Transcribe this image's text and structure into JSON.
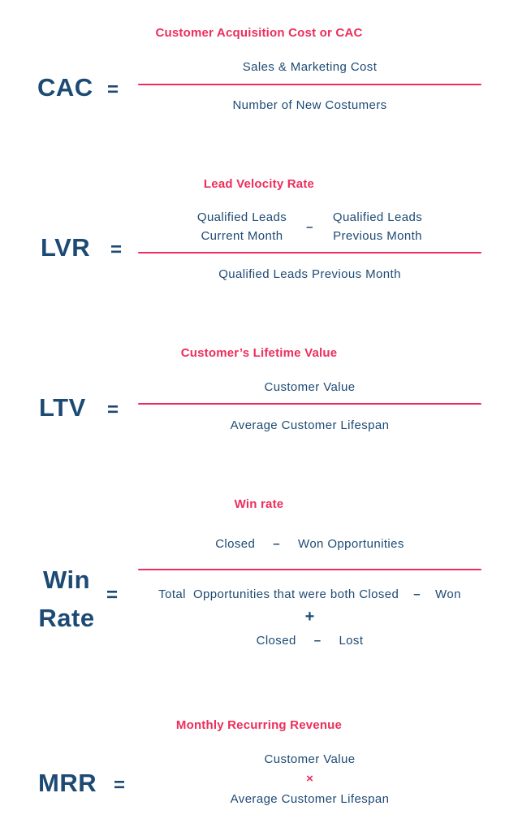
{
  "page": {
    "background": "#ffffff",
    "accent_pink": "#ed2e5b",
    "navy": "#1d4a74"
  },
  "formulas": [
    {
      "id": "cac",
      "label": "CAC",
      "equals": "=",
      "title": "Customer Acquisition Cost or CAC",
      "numerator": "Sales & Marketing Cost",
      "denominator": "Number of New Costumers"
    },
    {
      "id": "lvr",
      "label": "LVR",
      "equals": "=",
      "title": "Lead Velocity Rate",
      "numerator_left_line1": "Qualified Leads",
      "numerator_left_line2": "Current Month",
      "numerator_operator": "–",
      "numerator_right_line1": "Qualified Leads",
      "numerator_right_line2": "Previous Month",
      "denominator": "Qualified Leads Previous Month"
    },
    {
      "id": "ltv",
      "label": "LTV",
      "equals": "=",
      "title": "Customer’s Lifetime Value",
      "numerator": "Customer Value",
      "denominator": "Average Customer Lifespan"
    },
    {
      "id": "win-rate",
      "label_line1": "Win",
      "label_line2": "Rate",
      "equals": "=",
      "title": "Win rate",
      "numerator_left": "Closed",
      "numerator_operator": "–",
      "numerator_right": "Won Opportunities",
      "denominator_line1_left": "Total  Opportunities that were both Closed",
      "denominator_line1_operator": "–",
      "denominator_line1_right": "Won",
      "denominator_plus": "+",
      "denominator_line2_left": "Closed",
      "denominator_line2_operator": "–",
      "denominator_line2_right": "Lost"
    },
    {
      "id": "mrr",
      "label": "MRR",
      "equals": "=",
      "title": "Monthly Recurring Revenue",
      "factor_top": "Customer Value",
      "operator": "×",
      "factor_bottom": "Average Customer Lifespan"
    }
  ]
}
